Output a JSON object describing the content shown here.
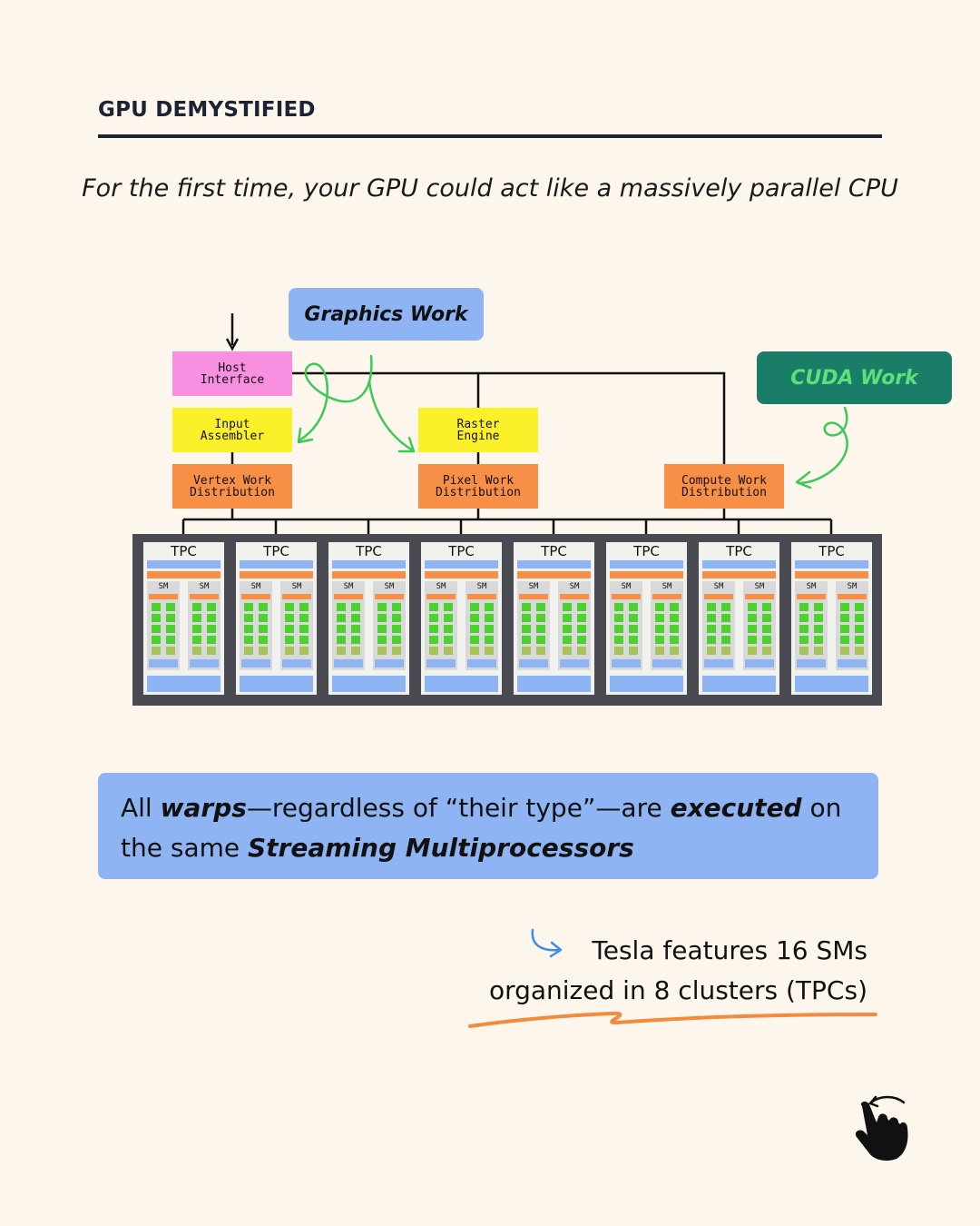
{
  "header": {
    "title": "GPU DEMYSTIFIED"
  },
  "subtitle": "For the first time, your GPU could act like a massively parallel CPU",
  "diagram": {
    "graphics_work": "Graphics Work",
    "cuda_work": "CUDA Work",
    "host_interface": "Host\nInterface",
    "input_assembler": "Input\nAssembler",
    "raster_engine": "Raster\nEngine",
    "vertex_work": "Vertex Work\nDistribution",
    "pixel_work": "Pixel Work\nDistribution",
    "compute_work": "Compute Work\nDistribution",
    "tpc_label": "TPC",
    "sm_label": "SM",
    "tpc_count": 8,
    "sm_per_tpc": 2,
    "colors": {
      "graphics_pill": "#8fb4f3",
      "cuda_pill": "#1a7d68",
      "cuda_text": "#5de07a",
      "host": "#f88fe0",
      "stage_yellow": "#faf12b",
      "stage_orange": "#f88f46",
      "annotation_arrows": "#3cc955"
    }
  },
  "callout": {
    "p1": "All ",
    "b1": "warps",
    "p2": "—regardless of “their type”—are ",
    "b2": "executed",
    "p3": " on the same ",
    "b3": "Streaming Multiprocessors"
  },
  "note": {
    "line1": "Tesla features 16 SMs",
    "line2": "organized in 8 clusters (TPCs)",
    "arrow_icon": "curved-arrow-icon",
    "underline_color": "#f48a3c"
  },
  "swipe_icon": "swipe-hand-icon"
}
